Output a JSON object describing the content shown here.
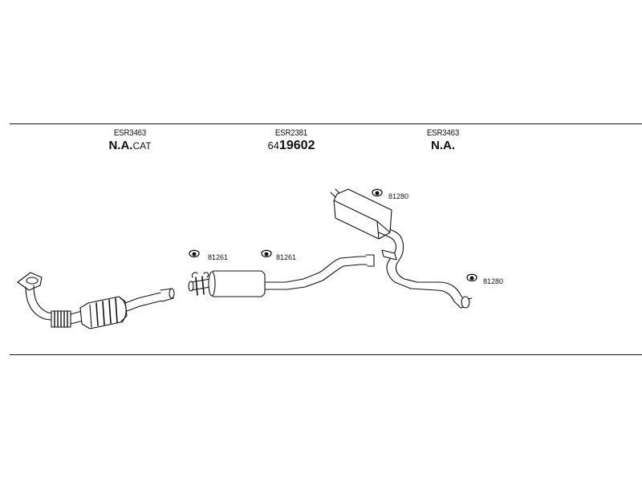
{
  "sections": [
    {
      "code": "ESR3463",
      "label_main": "N.A.",
      "label_suffix": "CAT"
    },
    {
      "code": "ESR2381",
      "label_prefix": "64",
      "label_main": "19602"
    },
    {
      "code": "ESR3463",
      "label_main": "N.A."
    }
  ],
  "parts": [
    {
      "number": "81261"
    },
    {
      "number": "81261"
    },
    {
      "number": "81280"
    },
    {
      "number": "81280"
    }
  ]
}
